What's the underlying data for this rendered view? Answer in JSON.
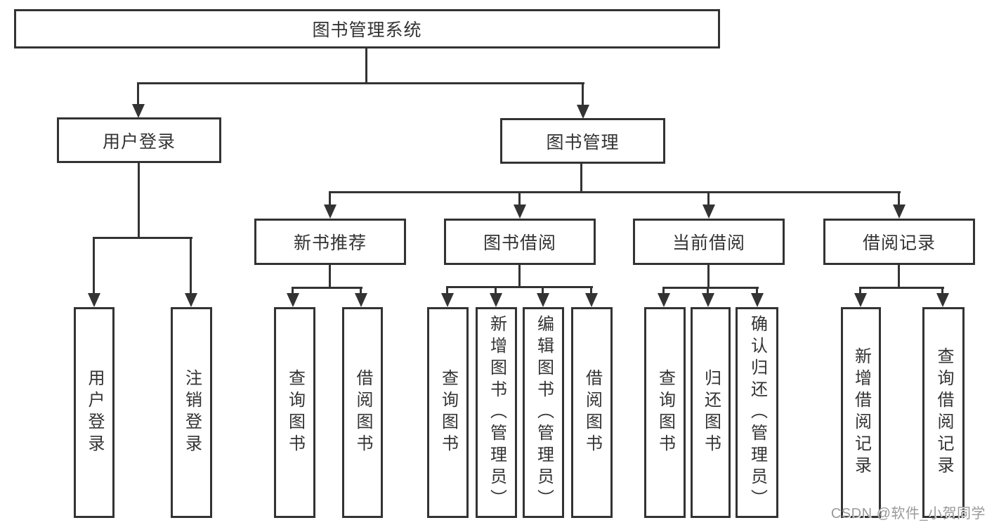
{
  "diagram": {
    "title": "图书管理系统",
    "level2": {
      "user_login": "用户登录",
      "book_mgmt": "图书管理"
    },
    "level3": {
      "new_books": "新书推荐",
      "book_borrow": "图书借阅",
      "current_borrow": "当前借阅",
      "borrow_records": "借阅记录"
    },
    "leaves": {
      "user_login": "用户登录",
      "logout": "注销登录",
      "nb_query": "查询图书",
      "nb_borrow": "借阅图书",
      "bb_query": "查询图书",
      "bb_add": "新增图书（管理员）",
      "bb_edit": "编辑图书（管理员）",
      "bb_borrow": "借阅图书",
      "cb_query": "查询图书",
      "cb_return": "归还图书",
      "cb_confirm": "确认归还（管理员）",
      "br_add": "新增借阅记录",
      "br_query": "查询借阅记录"
    },
    "watermark": "CSDN @软件_小贺同学",
    "colors": {
      "line": "#333333",
      "text": "#333333",
      "watermark": "#9a9a9a",
      "background": "#ffffff"
    }
  }
}
